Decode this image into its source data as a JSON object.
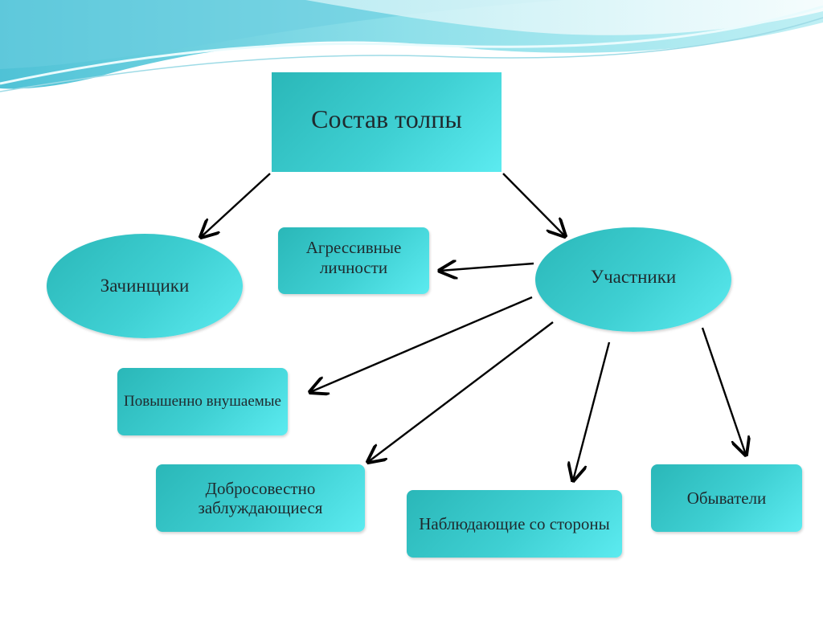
{
  "diagram": {
    "root": "Состав толпы",
    "nodes": {
      "instigators": "Зачинщики",
      "participants": "Участники",
      "aggressive": "Агрессивные личности",
      "suggestible": "Повышенно внушаемые",
      "misled": "Добросовестно заблуждающиеся",
      "observers": "Наблюдающие со стороны",
      "bystanders": "Обыватели"
    },
    "edges": [
      [
        "root",
        "instigators"
      ],
      [
        "root",
        "participants"
      ],
      [
        "participants",
        "aggressive"
      ],
      [
        "participants",
        "suggestible"
      ],
      [
        "participants",
        "misled"
      ],
      [
        "participants",
        "observers"
      ],
      [
        "participants",
        "bystanders"
      ]
    ]
  },
  "colors": {
    "node_dark": "#2ab7b8",
    "node_light": "#5cebf0",
    "wave": "#7ad7e3",
    "arrow": "#000000"
  }
}
